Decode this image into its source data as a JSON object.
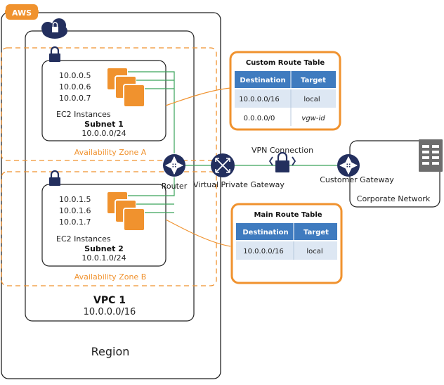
{
  "badge": "AWS",
  "region": {
    "label": "Region"
  },
  "vpc": {
    "name": "VPC 1",
    "cidr": "10.0.0.0/16"
  },
  "zone_a": "Availability Zone A",
  "zone_b": "Availability Zone B",
  "subnet1": {
    "ips": [
      "10.0.0.5",
      "10.0.0.6",
      "10.0.0.7"
    ],
    "instances_label": "EC2 Instances",
    "name": "Subnet 1",
    "cidr": "10.0.0.0/24"
  },
  "subnet2": {
    "ips": [
      "10.0.1.5",
      "10.0.1.6",
      "10.0.1.7"
    ],
    "instances_label": "EC2 Instances",
    "name": "Subnet 2",
    "cidr": "10.0.1.0/24"
  },
  "router": "Router",
  "vpg": "Virtual Private Gateway",
  "vpn": "VPN Connection",
  "cgw": "Customer Gateway",
  "corp": "Corporate Network",
  "custom_table": {
    "title": "Custom Route Table",
    "headers": [
      "Destination",
      "Target"
    ],
    "rows": [
      [
        "10.0.0.0/16",
        "local"
      ],
      [
        "0.0.0.0/0",
        "vgw-id"
      ]
    ]
  },
  "main_table": {
    "title": "Main Route Table",
    "headers": [
      "Destination",
      "Target"
    ],
    "rows": [
      [
        "10.0.0.0/16",
        "local"
      ]
    ]
  },
  "colors": {
    "orange": "#f0922e",
    "navy": "#232f5e",
    "green": "#3aa35a",
    "table_header": "#3f7bbf",
    "table_row": "#dde7f3"
  },
  "icons": [
    "aws-badge-icon",
    "vpc-cloud-lock-icon",
    "subnet-lock-icon",
    "ec2-instance-icon",
    "router-icon",
    "virtual-private-gateway-icon",
    "vpn-lock-icon",
    "customer-gateway-icon",
    "server-icon"
  ]
}
